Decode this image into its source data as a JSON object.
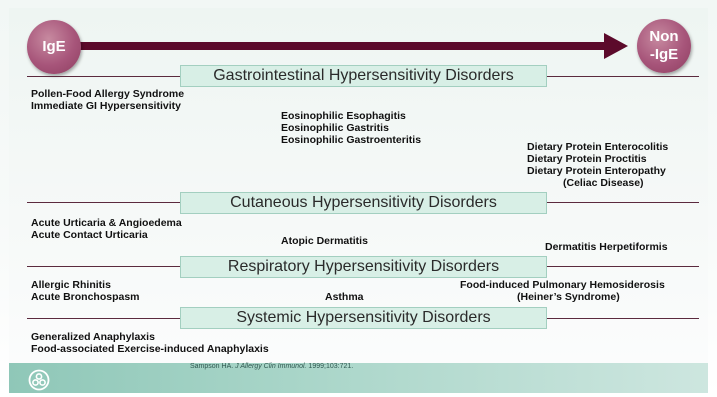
{
  "spectrum": {
    "left_label": "IgE",
    "right_label_line1": "Non",
    "right_label_line2": "-IgE"
  },
  "categories": [
    {
      "title": "Gastrointestinal Hypersensitivity Disorders",
      "ige": [
        "Pollen-Food Allergy Syndrome",
        "Immediate GI Hypersensitivity"
      ],
      "mixed": [
        "Eosinophilic Esophagitis",
        "Eosinophilic Gastritis",
        "Eosinophilic Gastroenteritis"
      ],
      "non_ige": [
        "Dietary Protein Enterocolitis",
        "Dietary Protein Proctitis",
        "Dietary Protein Enteropathy",
        "(Celiac Disease)"
      ]
    },
    {
      "title": "Cutaneous Hypersensitivity Disorders",
      "ige": [
        "Acute Urticaria & Angioedema",
        "Acute Contact Urticaria"
      ],
      "mixed": [
        "Atopic Dermatitis"
      ],
      "non_ige": [
        "Dermatitis Herpetiformis"
      ]
    },
    {
      "title": "Respiratory Hypersensitivity Disorders",
      "ige": [
        "Allergic Rhinitis",
        "Acute Bronchospasm"
      ],
      "mixed": [
        "Asthma"
      ],
      "non_ige": [
        "Food-induced Pulmonary Hemosiderosis",
        "(Heiner’s Syndrome)"
      ]
    },
    {
      "title": "Systemic Hypersensitivity Disorders",
      "ige": [
        "Generalized Anaphylaxis",
        "Food-associated Exercise-induced Anaphylaxis"
      ],
      "mixed": [],
      "non_ige": []
    }
  ],
  "citation": {
    "authors": "Sampson HA.",
    "journal": "J Allergy Clin Immunol.",
    "details": "1999;103:721."
  },
  "colors": {
    "arrow": "#5c0a2b",
    "circle": "#a7557a",
    "category_box": "#d8efe6",
    "bottom_bar": "#8fc7b8"
  },
  "icons": {
    "logo": "people-circle-icon"
  }
}
